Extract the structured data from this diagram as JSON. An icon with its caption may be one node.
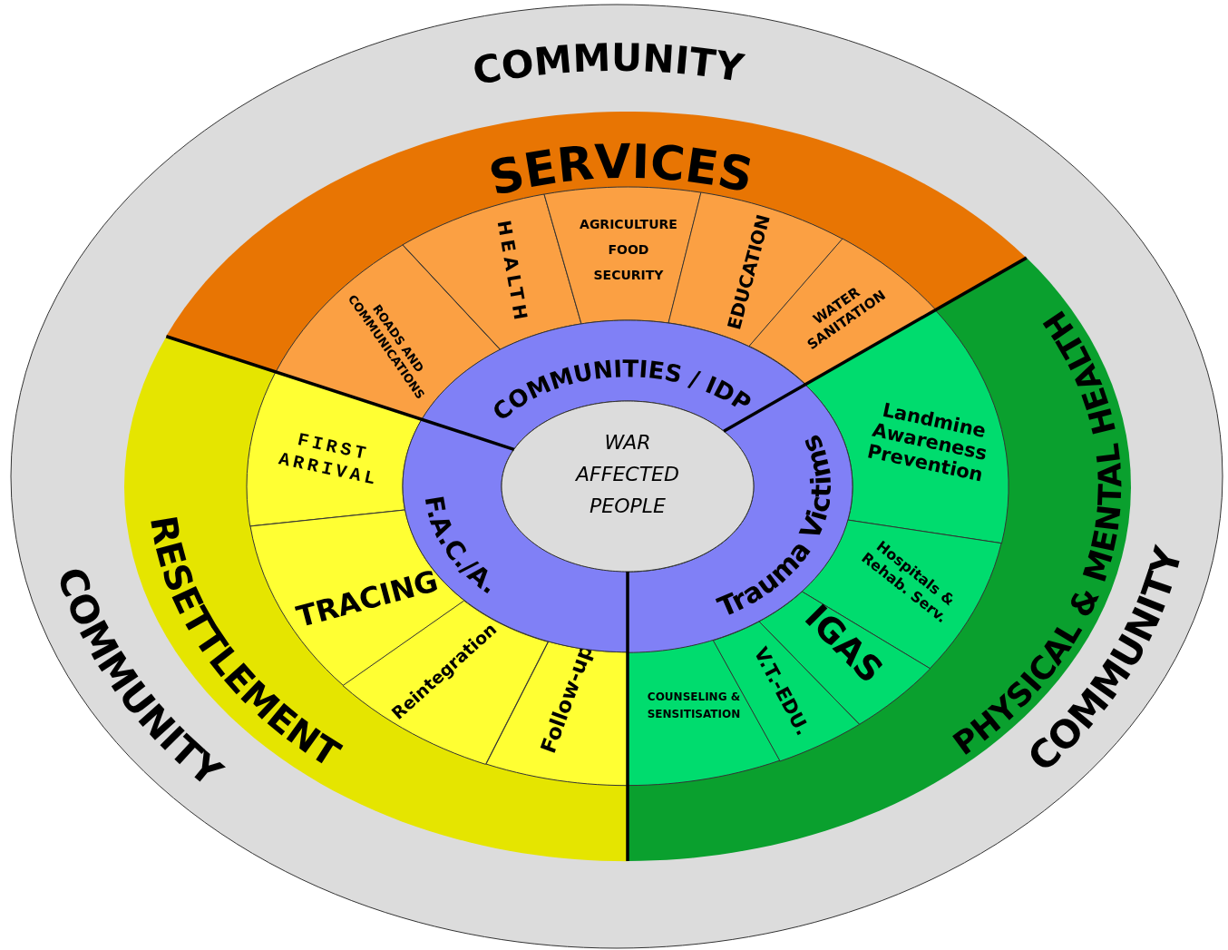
{
  "diagram": {
    "nodes": [
      {
        "text": [
          "COMMUNITY",
          "COMMUNITY",
          "COMMUNITY"
        ]
      },
      {
        "text": [
          "SERVICES"
        ],
        "in": 0
      },
      {
        "text": [
          "ROADS AND COMMUNICATIONS"
        ],
        "in": 1
      },
      {
        "text": [
          "HEALTH"
        ],
        "in": 1
      },
      {
        "text": [
          "AGRICULTURE FOOD SECURITY"
        ],
        "in": 1
      },
      {
        "text": [
          "EDUCATION"
        ],
        "in": 1
      },
      {
        "text": [
          "WATER SANITATION"
        ],
        "in": 1
      },
      {
        "text": [
          "COMMUNITIES / IDP"
        ],
        "in": 1
      },
      {
        "text": [
          "PHYSICAL & MENTAL HEALTH"
        ],
        "in": 0
      },
      {
        "text": [
          "Landmine Awareness Prevention"
        ],
        "in": 8
      },
      {
        "text": [
          "Hospitals & Rehab. Serv."
        ],
        "in": 8
      },
      {
        "text": [
          "IGAS"
        ],
        "in": 8
      },
      {
        "text": [
          "V.T.-EDU."
        ],
        "in": 8
      },
      {
        "text": [
          "COUNSELING & SENSITISATION"
        ],
        "in": 8
      },
      {
        "text": [
          "Trauma Victims"
        ],
        "in": 8
      },
      {
        "text": [
          "RESETTLEMENT"
        ],
        "in": 0
      },
      {
        "text": [
          "FIRST ARRIVAL"
        ],
        "in": 15
      },
      {
        "text": [
          "TRACING"
        ],
        "in": 15
      },
      {
        "text": [
          "Reintegration"
        ],
        "in": 15
      },
      {
        "text": [
          "Follow-up"
        ],
        "in": 15
      },
      {
        "text": [
          "F.A.C./A."
        ],
        "in": 15
      },
      {
        "text": [
          "WAR AFFECTED PEOPLE"
        ],
        "in": 0
      }
    ]
  }
}
